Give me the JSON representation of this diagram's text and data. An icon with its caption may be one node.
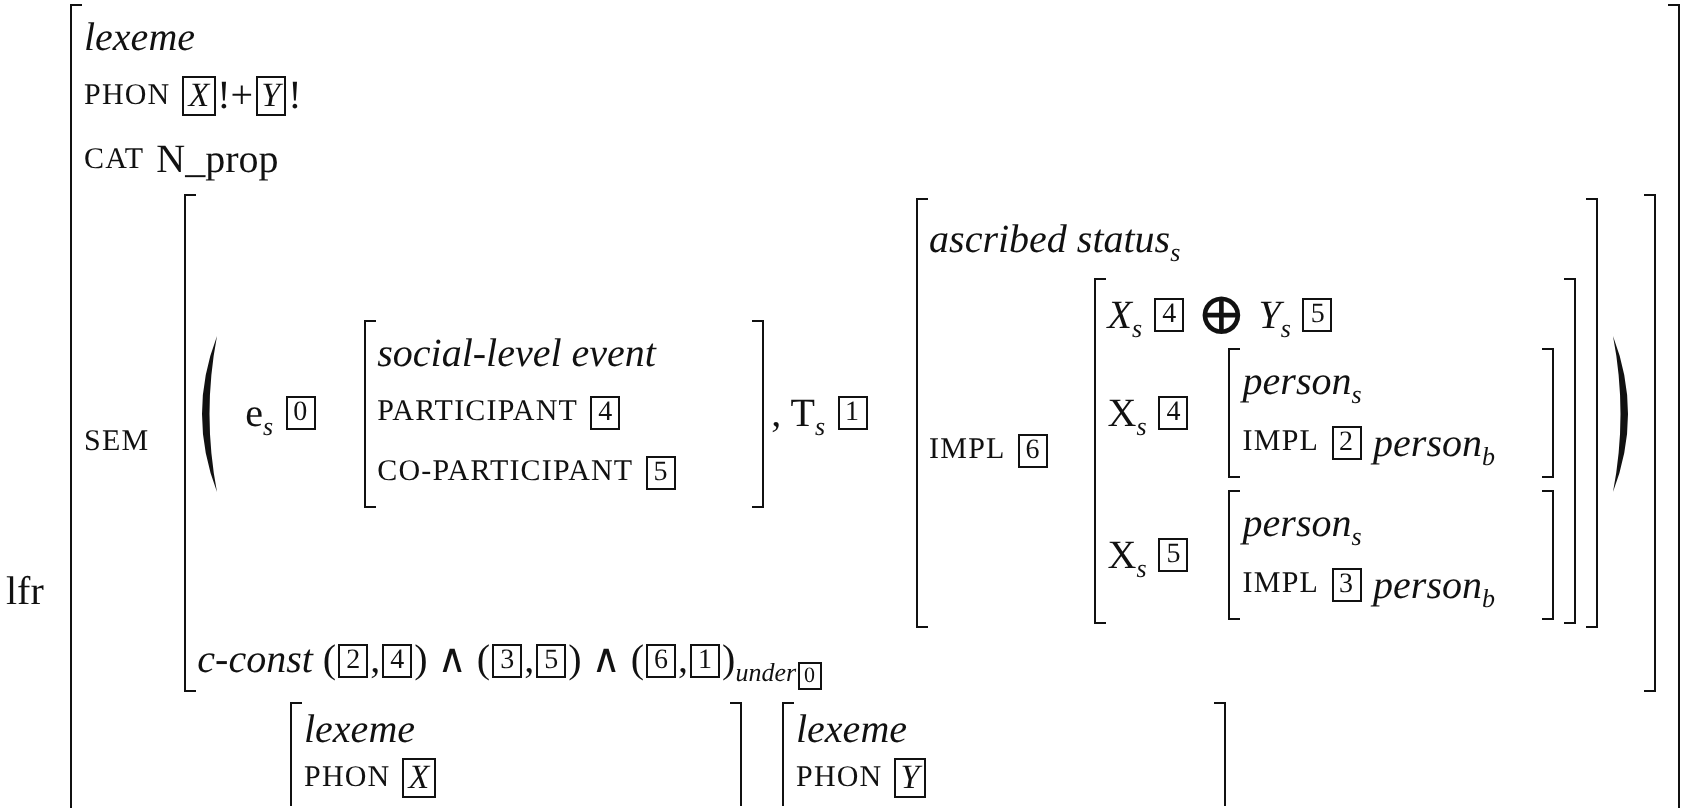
{
  "diagram": {
    "nodes": [
      {
        "text": [
          "lexeme",
          "PHON",
          "!+",
          "!",
          "CAT",
          "N_prop",
          "SEM"
        ],
        "beside": [
          "lfr"
        ]
      },
      {
        "text": [
          "X"
        ],
        "in": 0
      },
      {
        "text": [
          "Y"
        ],
        "in": 0
      },
      {
        "text": [
          "e$_{s}$",
          ", T$_{s}$",
          "*c-const* (",
          ",",
          ") ∧ (",
          ",",
          ") ∧ (",
          ",",
          ")$_{under}$"
        ],
        "in": 0
      },
      {
        "text": [
          "0"
        ],
        "in": 3
      },
      {
        "text": [
          "social-level event",
          "PARTICIPANT",
          "CO-PARTICIPANT"
        ],
        "in": 3
      },
      {
        "text": [
          "4"
        ],
        "in": 5
      },
      {
        "text": [
          "5"
        ],
        "in": 5
      },
      {
        "text": [
          "1"
        ],
        "in": 3
      },
      {
        "text": [
          "ascribed status$_{s}$",
          "IMPL"
        ],
        "in": 3
      },
      {
        "text": [
          "6"
        ],
        "in": 9
      },
      {
        "text": [
          "X$_{s}$",
          "⊕",
          "Y$_{s}$",
          "X$_{s}$",
          "X$_{s}$"
        ],
        "in": 9
      },
      {
        "text": [
          "4"
        ],
        "in": 11
      },
      {
        "text": [
          "5"
        ],
        "in": 11
      },
      {
        "text": [
          "4"
        ],
        "in": 11
      },
      {
        "text": [
          "person$_{s}$",
          "IMPL",
          "person$_{b}$"
        ],
        "in": 11
      },
      {
        "text": [
          "2"
        ],
        "in": 15
      },
      {
        "text": [
          "5"
        ],
        "in": 11
      },
      {
        "text": [
          "person$_{s}$",
          "IMPL",
          "person$_{b}$"
        ],
        "in": 11
      },
      {
        "text": [
          "3"
        ],
        "in": 18
      },
      {
        "text": [
          "2"
        ],
        "in": 3
      },
      {
        "text": [
          "4"
        ],
        "in": 3
      },
      {
        "text": [
          "3"
        ],
        "in": 3
      },
      {
        "text": [
          "5"
        ],
        "in": 3
      },
      {
        "text": [
          "6"
        ],
        "in": 3
      },
      {
        "text": [
          "1"
        ],
        "in": 3
      },
      {
        "text": [
          "0"
        ],
        "in": 3
      },
      {
        "text": [
          "lexeme",
          "PHON"
        ],
        "in": 0
      },
      {
        "text": [
          "X"
        ],
        "in": 27
      },
      {
        "text": [
          "lexeme",
          "PHON"
        ],
        "in": 0
      },
      {
        "text": [
          "Y"
        ],
        "in": 29
      }
    ]
  }
}
